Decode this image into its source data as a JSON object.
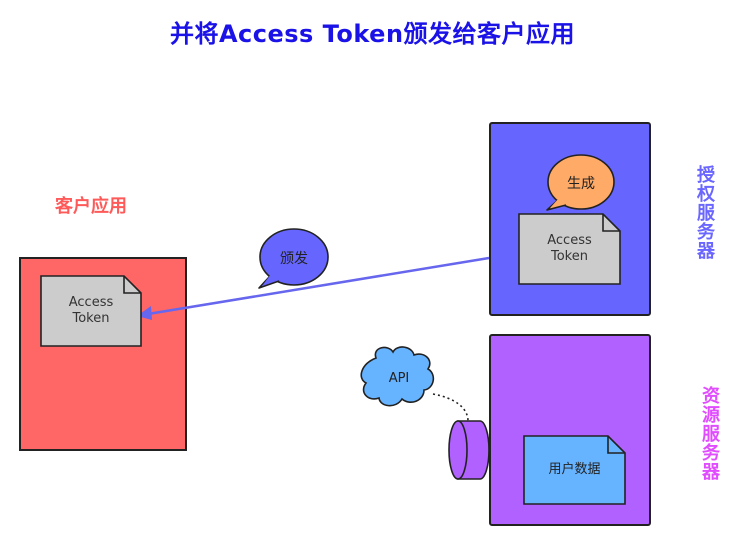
{
  "title": "并将Access Token颁发给客户应用",
  "client": {
    "label": "客户应用",
    "token_doc": "Access\nToken"
  },
  "auth_server": {
    "label": "授权服务器",
    "bubble": "生成",
    "token_doc": "Access\nToken"
  },
  "resource_server": {
    "label": "资源服务器",
    "user_data_doc": "用户数据"
  },
  "issue_bubble": "颁发",
  "api_cloud": "API",
  "colors": {
    "title": "#1a12e6",
    "client": "#ff6666",
    "auth_server": "#6666ff",
    "resource_server": "#b061ff",
    "arrow": "#6666ee",
    "bubble_orange": "#ffaa66",
    "bubble_blue": "#6666ff",
    "cloud": "#66b3ff",
    "doc_gray": "#cccccc",
    "doc_blue": "#66b3ff"
  }
}
